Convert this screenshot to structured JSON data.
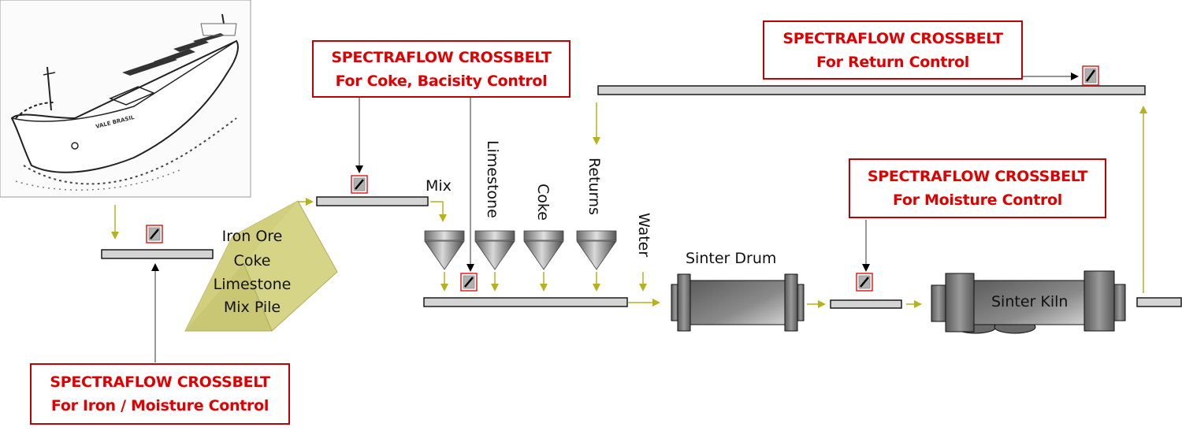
{
  "diagram": {
    "title": "Sinter plant process flow with Spectraflow crossbelt analyzers",
    "ship": {
      "icon": "bulk-carrier-ship-sketch",
      "hull_lettering": "VALE BRASIL"
    },
    "callouts": [
      {
        "id": "iron-moisture",
        "line1": "SPECTRAFLOW CROSSBELT",
        "line2": "For Iron / Moisture Control"
      },
      {
        "id": "coke-basicity",
        "line1": "SPECTRAFLOW CROSSBELT",
        "line2": "For Coke, Bacisity Control"
      },
      {
        "id": "return",
        "line1": "SPECTRAFLOW CROSSBELT",
        "line2": "For Return Control"
      },
      {
        "id": "moisture",
        "line1": "SPECTRAFLOW CROSSBELT",
        "line2": "For Moisture Control"
      }
    ],
    "pile": {
      "lines": [
        "Iron Ore",
        "Coke",
        "Limestone",
        "Mix Pile"
      ]
    },
    "labels": {
      "mix": "Mix",
      "limestone": "Limestone",
      "coke": "Coke",
      "returns": "Returns",
      "water": "Water",
      "sinter_drum": "Sinter Drum",
      "sinter_kiln": "Sinter Kiln"
    },
    "colors": {
      "callout_text": "#e00000",
      "callout_border": "#c00000",
      "flow_arrow": "#b5b21c",
      "pointer_arrow": "#000000",
      "belt_fill": "#d4d4d4",
      "pile_fill": "#d6d486",
      "analyzer_border": "#e02020"
    }
  }
}
